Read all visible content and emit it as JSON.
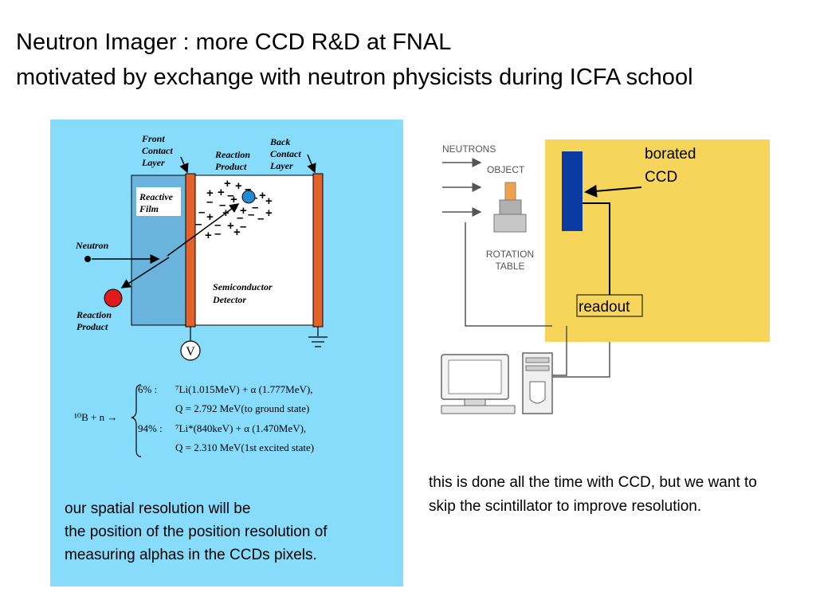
{
  "slide": {
    "title_line1": "Neutron Imager : more CCD R&D at FNAL",
    "title_line2": "motivated by exchange with neutron physicists during ICFA school"
  },
  "left_diagram": {
    "labels": {
      "front_contact": [
        "Front",
        "Contact",
        "Layer"
      ],
      "reaction_product_top": [
        "Reaction",
        "Product"
      ],
      "back_contact": [
        "Back",
        "Contact",
        "Layer"
      ],
      "reactive_film": [
        "Reactive",
        "Film"
      ],
      "neutron": "Neutron",
      "reaction_product_bottom": [
        "Reaction",
        "Product"
      ],
      "semiconductor": [
        "Semiconductor",
        "Detector"
      ],
      "voltmeter": "V"
    },
    "colors": {
      "panel": "#87dcfb",
      "film": "#6ab3dc",
      "contact": "#e3622b",
      "product_red": "#e01b1b",
      "product_blue": "#1f8ad6"
    },
    "equation": {
      "lhs": "¹⁰B + n →",
      "branch1_pct": "6% :",
      "branch1_reaction": "⁷Li(1.015MeV) + α (1.777MeV),",
      "branch1_q": "Q = 2.792 MeV(to ground state)",
      "branch2_pct": "94% :",
      "branch2_reaction": "⁷Li*(840keV) + α (1.470MeV),",
      "branch2_q": "Q = 2.310 MeV(1st excited state)"
    },
    "caption_lines": [
      "our spatial resolution will be",
      "the position of the position resolution of",
      "measuring alphas in the CCDs pixels."
    ]
  },
  "right_diagram": {
    "labels": {
      "neutrons": "NEUTRONS",
      "object": "OBJECT",
      "rotation_table": [
        "ROTATION",
        "TABLE"
      ],
      "borated_ccd": [
        "borated",
        "CCD"
      ],
      "readout": "readout"
    },
    "colors": {
      "background": "#f5d55a",
      "ccd": "#0b3aa3",
      "object": "#f0a24a"
    },
    "caption": "this is done all the time with CCD, but we want to skip the scintillator to improve resolution."
  }
}
